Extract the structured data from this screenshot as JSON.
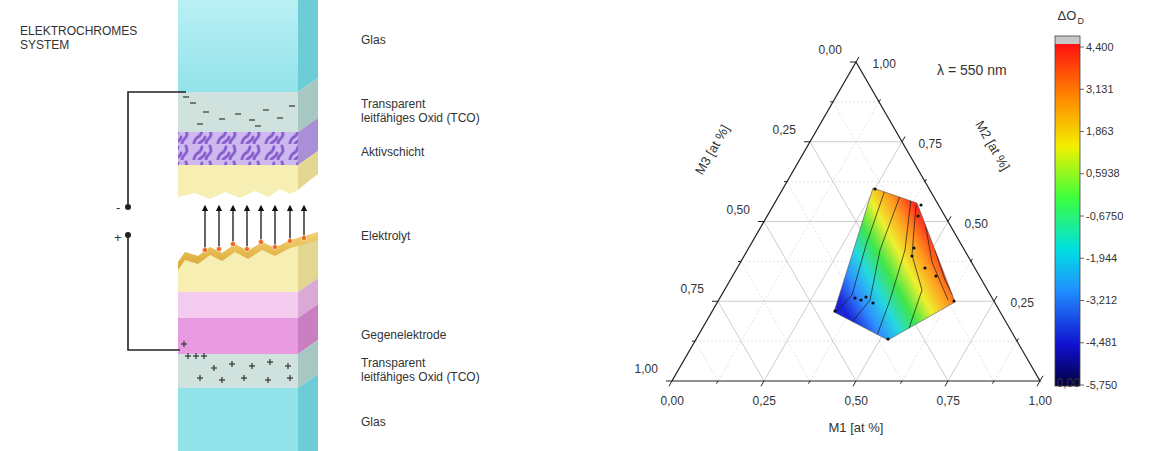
{
  "diagram": {
    "labels": [
      "ELEKTROCHROMES SYSTEM",
      "Glas",
      "Transparent leitfähiges Oxid (TCO)",
      "Aktivschicht",
      "Elektrolyt",
      "Gegenelektrode",
      "Transparent leitfähiges Oxid (TCO)",
      "Glas",
      "-",
      "+",
      "λ = 550 nm",
      "ΔO",
      "D",
      "4,400",
      "3,131",
      "1,863",
      "0,5938",
      "-0,6750",
      "-1,944",
      "-3,212",
      "-4,481",
      "-5,750",
      "M3 [at %]",
      "M2 [at %]",
      "M1 [at %]",
      "0,00",
      "0,25",
      "0,50",
      "0,75",
      "1,00",
      "0,00",
      "0,25",
      "0,50",
      "0,75",
      "1,00",
      "1,00",
      "0,75",
      "0,50",
      "0,25",
      "0,00"
    ]
  }
}
